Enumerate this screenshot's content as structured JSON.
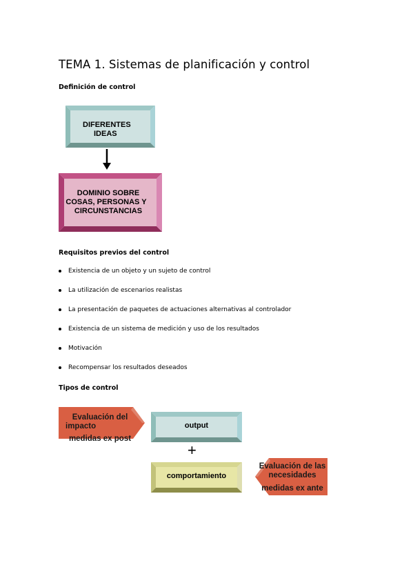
{
  "title": "TEMA 1. Sistemas de planificación y control",
  "section1": {
    "heading": "Definición de control",
    "box_top": [
      "DIFERENTES",
      "IDEAS"
    ],
    "box_bottom": [
      "DOMINIO SOBRE",
      "COSAS, PERSONAS Y",
      "CIRCUNSTANCIAS"
    ]
  },
  "section2": {
    "heading": "Requisitos previos del control",
    "items": [
      "Existencia de un objeto y un sujeto de control",
      "La utilización de escenarios realistas",
      "La presentación de paquetes de actuaciones alternativas al controlador",
      "Existencia de un sistema de medición y uso de los resultados",
      "Motivación",
      "Recompensar los resultados deseados"
    ]
  },
  "section3": {
    "heading": "Tipos de control",
    "left_arrow": [
      "Evaluación del",
      "impacto",
      "medidas ex post"
    ],
    "box_output": "output",
    "plus": "+",
    "box_behaviour": "comportamiento",
    "right_arrow": [
      "Evaluación de las",
      "necesidades",
      "medidas ex ante"
    ]
  },
  "colors": {
    "teal_face": "#cfe2e1",
    "teal_dark": "#7aa59f",
    "pink_face": "#e5b7c9",
    "pink_dark": "#b9497e",
    "olive_face": "#e7e6a6",
    "olive_dark": "#a4a45a",
    "orange_arrow": "#d95f43"
  }
}
